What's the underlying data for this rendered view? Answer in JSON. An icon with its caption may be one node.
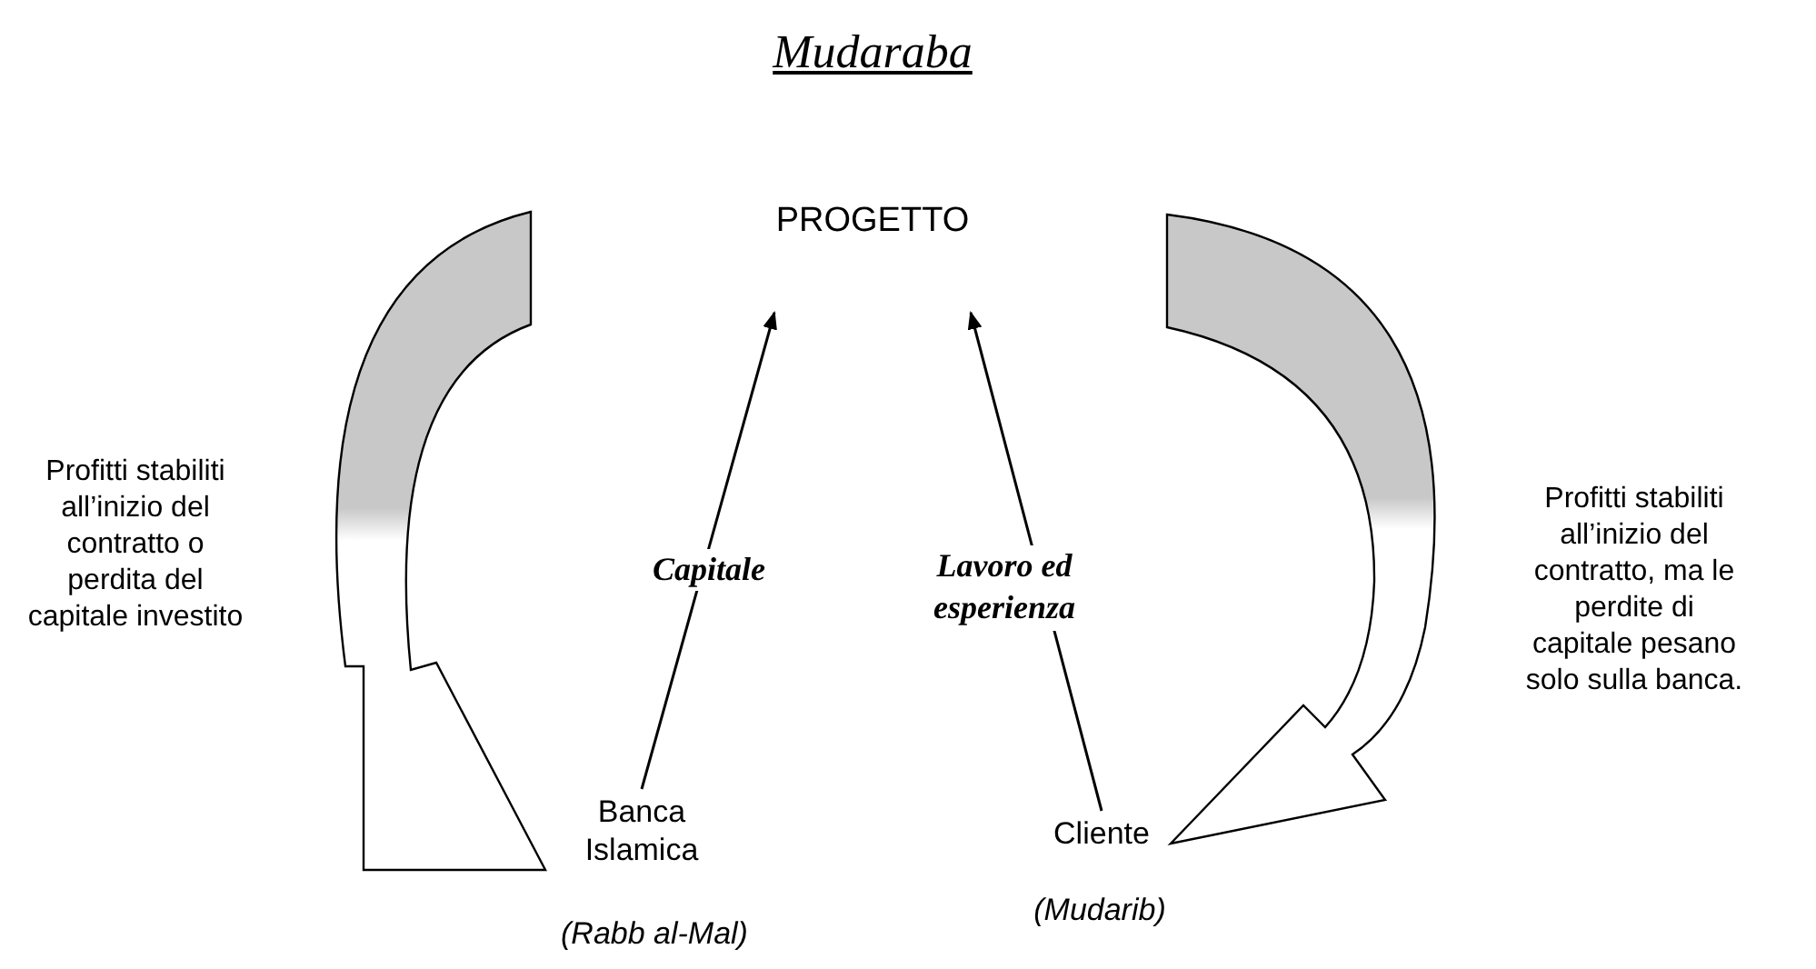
{
  "diagram": {
    "title": "Mudaraba",
    "nodes": [
      {
        "text": [
          "PROGETTO"
        ]
      },
      {
        "text": [
          "Banca Islamica"
        ],
        "beside": [
          "(Rabb al-Mal)"
        ]
      },
      {
        "text": [
          "Cliente"
        ],
        "beside": [
          "(Mudarib)"
        ]
      },
      {
        "text": [
          "Profitti stabiliti all’inizio del contratto o perdita del capitale investito"
        ]
      },
      {
        "text": [
          "Profitti stabiliti all’inizio del contratto, ma le perdite di capitale pesano solo sulla banca."
        ]
      }
    ],
    "edges": [
      {
        "from": 1,
        "to": 0,
        "arrow": "to",
        "label": "Capitale"
      },
      {
        "from": 2,
        "to": 0,
        "arrow": "to",
        "label": "Lavoro ed esperienza"
      },
      {
        "from": null,
        "to": 1,
        "arrow": "to",
        "style": "thick"
      },
      {
        "from": null,
        "to": 2,
        "arrow": "to",
        "style": "thick"
      }
    ]
  }
}
